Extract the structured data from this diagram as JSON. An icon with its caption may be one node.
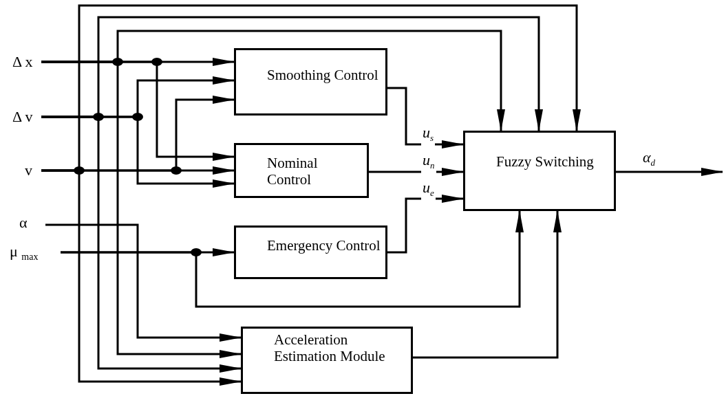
{
  "diagram": {
    "nodes": [
      {
        "text": [
          "Δ x"
        ]
      },
      {
        "text": [
          "Δ v"
        ]
      },
      {
        "text": [
          "v"
        ]
      },
      {
        "text": [
          "α"
        ]
      },
      {
        "text": [
          "μ $_{max}$"
        ]
      },
      {
        "text": [
          "Smoothing Control"
        ]
      },
      {
        "text": [
          "Nominal Control"
        ]
      },
      {
        "text": [
          "Emergency Control"
        ]
      },
      {
        "text": [
          "Acceleration Estimation Module"
        ]
      },
      {
        "text": [
          "Fuzzy Switching"
        ]
      }
    ],
    "edges": [
      {
        "from": 0,
        "to": 5,
        "arrow": "to"
      },
      {
        "from": 0,
        "to": 6,
        "arrow": "to"
      },
      {
        "from": 0,
        "to": 9,
        "arrow": "to"
      },
      {
        "from": 0,
        "to": 8,
        "arrow": "to"
      },
      {
        "from": 1,
        "to": 5,
        "arrow": "to"
      },
      {
        "from": 1,
        "to": 6,
        "arrow": "to"
      },
      {
        "from": 1,
        "to": 9,
        "arrow": "to"
      },
      {
        "from": 1,
        "to": 8,
        "arrow": "to"
      },
      {
        "from": 2,
        "to": 6,
        "arrow": "to"
      },
      {
        "from": 2,
        "to": 5,
        "arrow": "to"
      },
      {
        "from": 2,
        "to": 9,
        "arrow": "to"
      },
      {
        "from": 2,
        "to": 8,
        "arrow": "to"
      },
      {
        "from": 3,
        "to": 8,
        "arrow": "to"
      },
      {
        "from": 4,
        "to": 7,
        "arrow": "to"
      },
      {
        "from": 4,
        "to": 9,
        "arrow": "to"
      },
      {
        "from": 5,
        "to": 9,
        "label": "u$_{s}$",
        "arrow": "to"
      },
      {
        "from": 6,
        "to": 9,
        "label": "u$_{n}$",
        "arrow": "to"
      },
      {
        "from": 7,
        "to": 9,
        "label": "u$_{e}$",
        "arrow": "to"
      },
      {
        "from": 8,
        "to": 9,
        "arrow": "to"
      },
      {
        "from": 9,
        "to": null,
        "label": "α$_{d}$",
        "arrow": "to"
      }
    ]
  }
}
